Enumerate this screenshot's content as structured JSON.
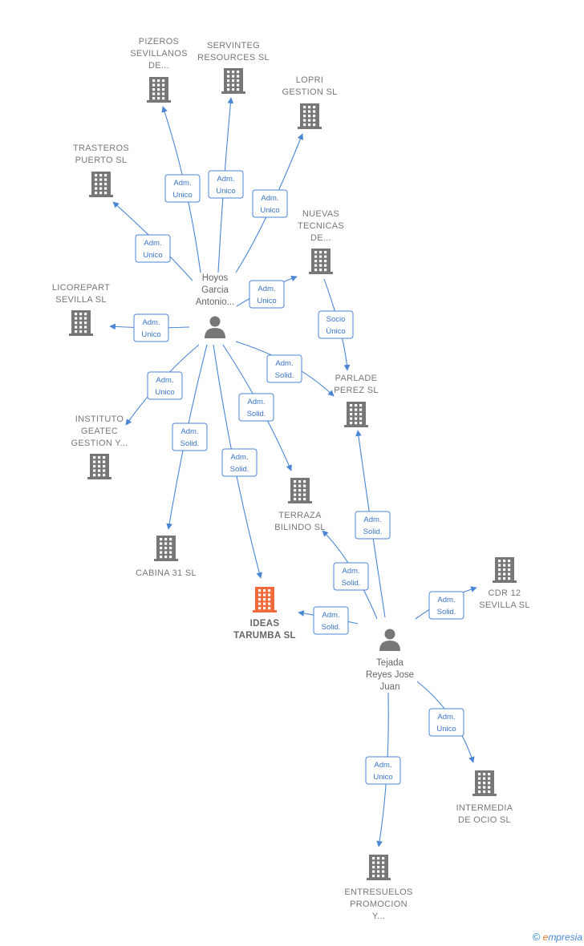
{
  "colors": {
    "edge": "#4a86d4",
    "building": "#777777",
    "focus": "#f26a3a",
    "person": "#777777"
  },
  "persons": [
    {
      "id": "hoyos",
      "lines": [
        "Hoyos",
        "Garcia",
        "Antonio..."
      ]
    },
    {
      "id": "tejada",
      "lines": [
        "Tejada",
        "Reyes Jose",
        "Juan"
      ]
    }
  ],
  "companies": [
    {
      "id": "pizeros",
      "lines": [
        "PIZEROS",
        "SEVILLANOS",
        "DE..."
      ]
    },
    {
      "id": "servinteg",
      "lines": [
        "SERVINTEG",
        "RESOURCES SL"
      ]
    },
    {
      "id": "lopri",
      "lines": [
        "LOPRI",
        "GESTION SL"
      ]
    },
    {
      "id": "trasteros",
      "lines": [
        "TRASTEROS",
        "PUERTO  SL"
      ]
    },
    {
      "id": "nuevas",
      "lines": [
        "NUEVAS",
        "TECNICAS",
        "DE..."
      ]
    },
    {
      "id": "licorepart",
      "lines": [
        "LICOREPART",
        "SEVILLA SL"
      ]
    },
    {
      "id": "parlade",
      "lines": [
        "PARLADE",
        "PEREZ SL"
      ]
    },
    {
      "id": "instituto",
      "lines": [
        "INSTITUTO",
        "GEATEC",
        "GESTION Y..."
      ]
    },
    {
      "id": "terraza",
      "lines": [
        "TERRAZA",
        "BILINDO  SL"
      ]
    },
    {
      "id": "cabina",
      "lines": [
        "CABINA 31  SL"
      ]
    },
    {
      "id": "ideas",
      "lines": [
        "IDEAS",
        "TARUMBA  SL"
      ],
      "focus": true
    },
    {
      "id": "cdr12",
      "lines": [
        "CDR 12",
        "SEVILLA  SL"
      ]
    },
    {
      "id": "intermedia",
      "lines": [
        "INTERMEDIA",
        "DE OCIO SL"
      ]
    },
    {
      "id": "entresuelos",
      "lines": [
        "ENTRESUELOS",
        "PROMOCION",
        "Y..."
      ]
    }
  ],
  "relations": [
    {
      "from": "hoyos",
      "to": "pizeros",
      "lines": [
        "Adm.",
        "Unico"
      ]
    },
    {
      "from": "hoyos",
      "to": "servinteg",
      "lines": [
        "Adm.",
        "Unico"
      ]
    },
    {
      "from": "hoyos",
      "to": "lopri",
      "lines": [
        "Adm.",
        "Unico"
      ]
    },
    {
      "from": "hoyos",
      "to": "trasteros",
      "lines": [
        "Adm.",
        "Unico"
      ]
    },
    {
      "from": "hoyos",
      "to": "nuevas",
      "lines": [
        "Adm.",
        "Unico"
      ]
    },
    {
      "from": "hoyos",
      "to": "licorepart",
      "lines": [
        "Adm.",
        "Unico"
      ]
    },
    {
      "from": "hoyos",
      "to": "instituto",
      "lines": [
        "Adm.",
        "Unico"
      ]
    },
    {
      "from": "hoyos",
      "to": "parlade",
      "lines": [
        "Adm.",
        "Solid."
      ]
    },
    {
      "from": "hoyos",
      "to": "terraza",
      "lines": [
        "Adm.",
        "Solid."
      ]
    },
    {
      "from": "hoyos",
      "to": "cabina",
      "lines": [
        "Adm.",
        "Solid."
      ]
    },
    {
      "from": "hoyos",
      "to": "ideas",
      "lines": [
        "Adm.",
        "Solid."
      ]
    },
    {
      "from": "nuevas",
      "to": "parlade",
      "lines": [
        "Socio",
        "Único"
      ]
    },
    {
      "from": "tejada",
      "to": "parlade",
      "lines": [
        "Adm.",
        "Solid."
      ]
    },
    {
      "from": "tejada",
      "to": "terraza",
      "lines": [
        "Adm.",
        "Solid."
      ]
    },
    {
      "from": "tejada",
      "to": "ideas",
      "lines": [
        "Adm.",
        "Solid."
      ]
    },
    {
      "from": "tejada",
      "to": "cdr12",
      "lines": [
        "Adm.",
        "Solid."
      ]
    },
    {
      "from": "tejada",
      "to": "intermedia",
      "lines": [
        "Adm.",
        "Unico"
      ]
    },
    {
      "from": "tejada",
      "to": "entresuelos",
      "lines": [
        "Adm.",
        "Unico"
      ]
    }
  ],
  "footer": {
    "symbol": "©",
    "brand_initial": "e",
    "brand_rest": "mpresia"
  }
}
